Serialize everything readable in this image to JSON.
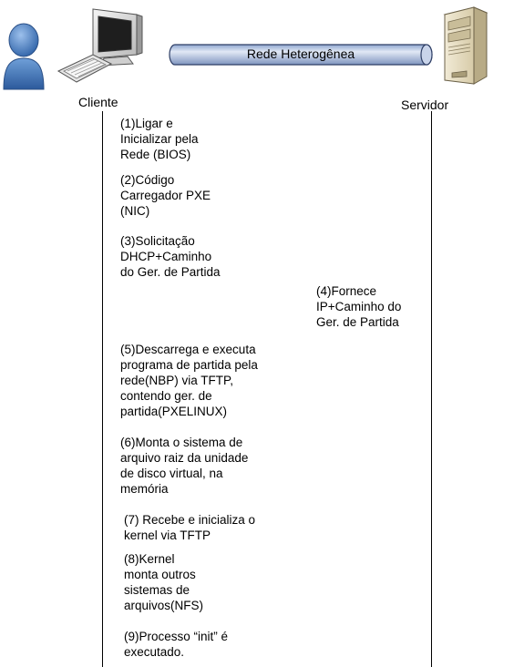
{
  "header": {
    "network_label": "Rede Heterogênea",
    "client_label": "Cliente",
    "server_label": "Servidor"
  },
  "icons": {
    "user": "user-icon",
    "workstation": "desktop-computer-icon",
    "keyboard": "keyboard-icon",
    "network": "network-pipe-icon",
    "server": "server-tower-icon"
  },
  "colors": {
    "user_blue": "#4a7fc0",
    "pipe_blue": "#b7c7e4",
    "server_beige": "#e8dfc4"
  },
  "steps": [
    {
      "text": "(1)Ligar e\nInicializar pela\nRede (BIOS)"
    },
    {
      "text": "(2)Código\nCarregador PXE\n(NIC)"
    },
    {
      "text": "(3)Solicitação\nDHCP+Caminho\ndo Ger. de Partida"
    },
    {
      "text": "(4)Fornece\nIP+Caminho do\nGer. de Partida"
    },
    {
      "text": "(5)Descarrega e executa\nprograma de partida pela\nrede(NBP) via TFTP,\ncontendo ger. de\npartida(PXELINUX)"
    },
    {
      "text": "(6)Monta o sistema de\narquivo raiz da unidade\nde disco virtual, na\nmemória"
    },
    {
      "text": "(7) Recebe e inicializa o\nkernel via TFTP"
    },
    {
      "text": "(8)Kernel\nmonta outros\nsistemas de\narquivos(NFS)"
    },
    {
      "text": "(9)Processo “init” é\nexecutado."
    }
  ]
}
